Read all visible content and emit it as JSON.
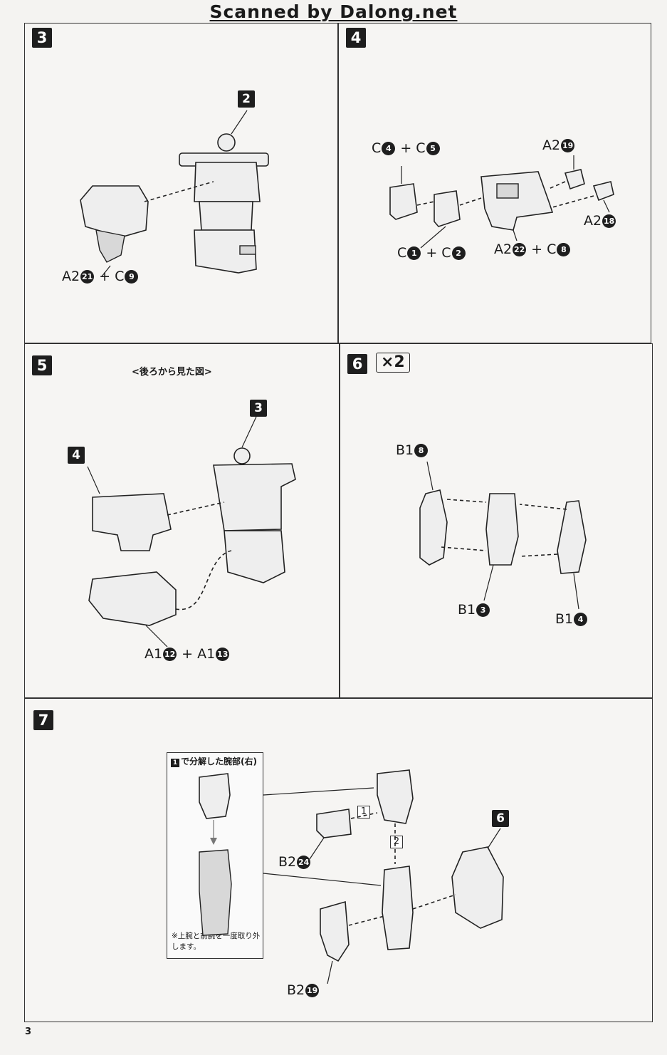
{
  "header": "Scanned by Dalong.net",
  "page_number": "3",
  "steps": {
    "s3": {
      "number": "3",
      "ref": "2",
      "label_a": "A2",
      "num_a": "21",
      "plus": "+",
      "label_b": "C",
      "num_b": "9"
    },
    "s4": {
      "number": "4",
      "l1a": "C",
      "n1a": "4",
      "l1b": "C",
      "n1b": "5",
      "l2a": "C",
      "n2a": "1",
      "l2b": "C",
      "n2b": "2",
      "l3": "A2",
      "n3": "19",
      "l4": "A2",
      "n4": "18",
      "l5a": "A2",
      "n5a": "22",
      "l5b": "C",
      "n5b": "8",
      "plus": "+"
    },
    "s5": {
      "number": "5",
      "view_note": "<後ろから見た図>",
      "ref_a": "3",
      "ref_b": "4",
      "la": "A1",
      "na": "12",
      "lb": "A1",
      "nb": "13",
      "plus": "+"
    },
    "s6": {
      "number": "6",
      "multiplier": "×2",
      "l1": "B1",
      "n1": "8",
      "l2": "B1",
      "n2": "3",
      "l3": "B1",
      "n3": "4"
    },
    "s7": {
      "number": "7",
      "ref": "6",
      "sub_title_num": "1",
      "sub_title": "で分解した腕部(右)",
      "sub_note": "※上腕と前腕を一度取り外します。",
      "order1": "1",
      "order2": "2",
      "l1": "B2",
      "n1": "24",
      "l2": "B2",
      "n2": "19"
    }
  }
}
